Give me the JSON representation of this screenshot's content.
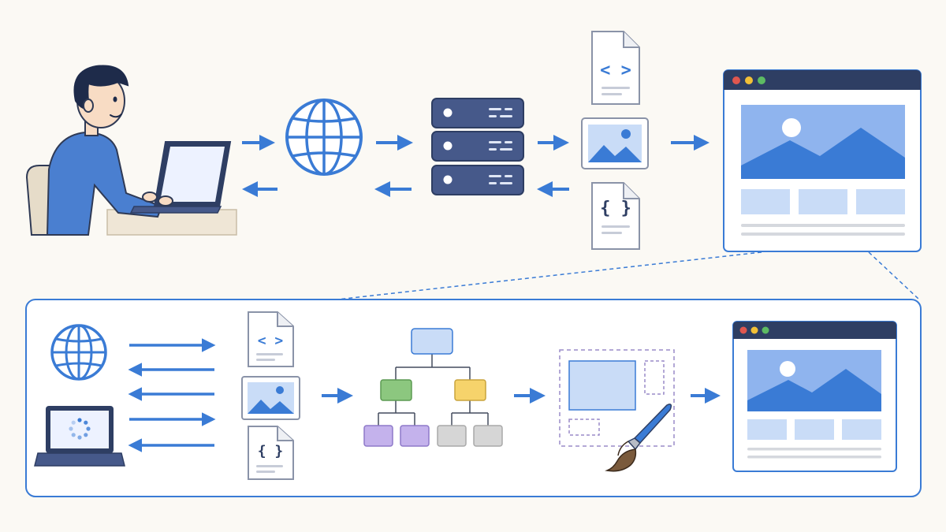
{
  "theme": {
    "background": "#fbf9f4",
    "accent_blue": "#3a7bd5",
    "navy": "#2e3e63",
    "server_blue": "#46598a",
    "light_blue": "#c9dcf7",
    "panel_border": "#3a7bd5",
    "tree_green": "#8cc77f",
    "tree_yellow": "#f6d36b",
    "tree_purple": "#c4b2ec",
    "tree_gray": "#d6d6d6",
    "dot_red": "#e0574f",
    "dot_yellow": "#f2c037",
    "dot_green": "#5dbb63"
  },
  "top_row": {
    "user": {
      "icon": "user-at-laptop-icon"
    },
    "internet": {
      "icon": "globe-icon"
    },
    "server": {
      "icon": "server-stack-icon",
      "units": 3
    },
    "resources": [
      {
        "icon": "html-file-icon",
        "glyph": "< >"
      },
      {
        "icon": "image-file-icon"
      },
      {
        "icon": "json-file-icon",
        "glyph": "{ }"
      }
    ],
    "rendered_page": {
      "icon": "browser-window-icon"
    },
    "flow": [
      {
        "from": "user",
        "to": "internet",
        "direction": "request"
      },
      {
        "from": "internet",
        "to": "user",
        "direction": "response"
      },
      {
        "from": "internet",
        "to": "server",
        "direction": "request"
      },
      {
        "from": "server",
        "to": "internet",
        "direction": "response"
      },
      {
        "from": "server",
        "to": "resources",
        "direction": "request"
      },
      {
        "from": "resources",
        "to": "server",
        "direction": "response"
      },
      {
        "from": "resources",
        "to": "rendered_page",
        "direction": "request"
      }
    ]
  },
  "detail_panel": {
    "stages": [
      {
        "icon": "globe-icon"
      },
      {
        "icon": "loading-laptop-icon"
      },
      {
        "icon": "resource-files-icon",
        "glyphs": [
          "< >",
          "{ }"
        ]
      },
      {
        "icon": "dom-tree-icon"
      },
      {
        "icon": "layout-paint-icon"
      },
      {
        "icon": "browser-window-icon"
      }
    ],
    "exchange_arrows": [
      "right",
      "left",
      "left",
      "right",
      "left"
    ]
  }
}
